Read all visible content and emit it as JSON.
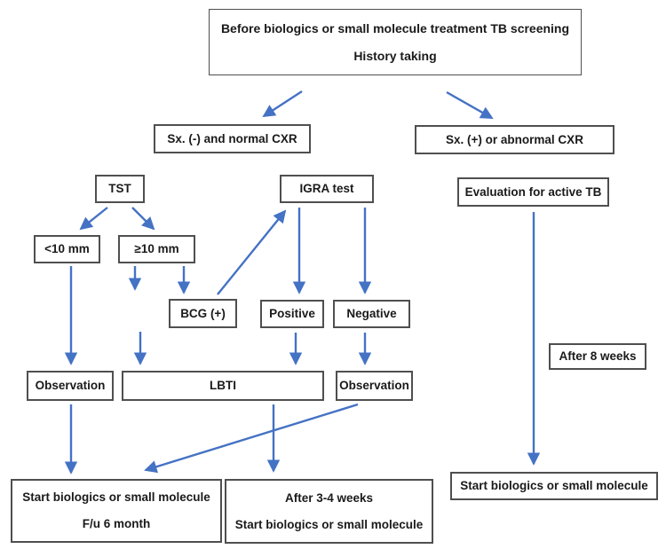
{
  "colors": {
    "arrow": "#4472C4",
    "box_border": "#4f4f4f",
    "text": "#1a1a1a",
    "background": "#ffffff"
  },
  "flowchart": {
    "title_box": {
      "line1": "Before biologics or small molecule treatment TB screening",
      "line2": "History taking"
    },
    "sx_negative": "Sx. (-) and normal CXR",
    "sx_positive": "Sx. (+) or abnormal CXR",
    "tst": "TST",
    "igra": "IGRA test",
    "eval_active_tb": "Evaluation for active TB",
    "tst_lt10": "<10 mm",
    "tst_ge10": "≥10 mm",
    "bcg": "BCG (+)",
    "igra_positive": "Positive",
    "igra_negative": "Negative",
    "after_8_weeks": "After 8 weeks",
    "observation_left": "Observation",
    "lbti": "LBTI",
    "observation_right": "Observation",
    "start_fu": {
      "line1": "Start biologics or small molecule",
      "line2": "F/u 6 month"
    },
    "after_3_4": {
      "line1": "After 3-4 weeks",
      "line2": "Start biologics or small molecule"
    },
    "start_right": "Start biologics or small molecule"
  }
}
